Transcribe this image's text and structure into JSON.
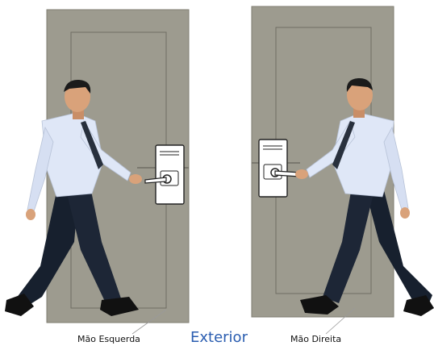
{
  "labels": {
    "left_hand": "Mão Esquerda",
    "center": "Exterior",
    "right_hand": "Mão Direita"
  },
  "colors": {
    "door": "#9d9b8f",
    "door_edge": "#7f7d72",
    "panel_line": "#6f6d63",
    "shirt": "#dfe7f7",
    "trousers": "#17202e",
    "skin": "#d9a27a",
    "hair": "#1b1b1b",
    "center_label": "#2a5db0"
  },
  "icons": [
    "man-walking-left-figure",
    "man-walking-right-figure",
    "door-lock-left-icon",
    "door-lock-right-icon"
  ]
}
